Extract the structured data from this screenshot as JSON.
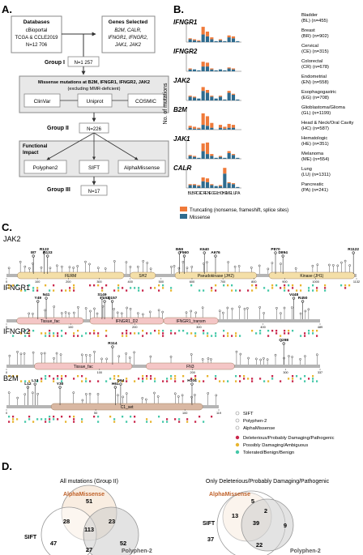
{
  "panels": {
    "a": "A.",
    "b": "B.",
    "c": "C.",
    "d": "D."
  },
  "panelA": {
    "databases_title": "Databases",
    "databases_lines": [
      "cBioportal",
      "TCGA & CCLE2019",
      "N=12 706"
    ],
    "genes_title": "Genes Selected",
    "genes_lines": [
      "B2M, CALR,",
      "IFNGR1, IFNGR2,",
      "JAK1, JAK2"
    ],
    "group1": "Group I",
    "n1": "N=1 257",
    "missense_line1": "Missense mutations at B2M, IFNGR1, IFNGR2, JAK2",
    "missense_line2": "(excluding MMR-deficient)",
    "clinvar": "ClinVar",
    "uniprot": "Uniprot",
    "cosmic": "COSMIC",
    "group2": "Group II",
    "n2": "N=226",
    "functional_title": "Functional",
    "functional_title2": "Impact",
    "polyphen": "Polyphen2",
    "sift": "SIFT",
    "alphamissense": "AlphaMissense",
    "group3": "Group III",
    "n3": "N=17"
  },
  "panelB": {
    "ylabel": "No. of mutations",
    "cancers": [
      {
        "name": "Bladder",
        "abbr_n": "(BL) (n=455)"
      },
      {
        "name": "Breast",
        "abbr_n": "(BR) (n=902)"
      },
      {
        "name": "Cervical",
        "abbr_n": "(CE) (n=315)"
      },
      {
        "name": "Colorectal",
        "abbr_n": "(CR) (n=678)"
      },
      {
        "name": "Endometrial",
        "abbr_n": "(EN) (n=558)"
      },
      {
        "name": "Esophagogastric",
        "abbr_n": "(EG) (n=708)"
      },
      {
        "name": "Glioblastoma/Glioma",
        "abbr_n": "(GL) (n=1199)"
      },
      {
        "name": "Head & Neck/Oral Cavity",
        "abbr_n": "(HC) (n=587)"
      },
      {
        "name": "Hematologic",
        "abbr_n": "(HE) (n=351)"
      },
      {
        "name": "Melanoma",
        "abbr_n": "(ME) (n=554)"
      },
      {
        "name": "Lung",
        "abbr_n": "(LU) (n=1311)"
      },
      {
        "name": "Pancreatic",
        "abbr_n": "(PA) (n=241)"
      }
    ],
    "legend_truncating": "Truncating (nonsense, frameshift, splice sites)",
    "legend_missense": "Missense",
    "color_truncating": "#ef7a3a",
    "color_missense": "#2e6b8e"
  },
  "chart_data": {
    "type": "bar",
    "stacked": true,
    "categories": [
      "BL",
      "BR",
      "CE",
      "CR",
      "EN",
      "EG",
      "GL",
      "HO",
      "HE",
      "ME",
      "LU",
      "PA"
    ],
    "genes": [
      {
        "gene": "IFNGR1",
        "missense": [
          3,
          2,
          1,
          8,
          6,
          3,
          1,
          2,
          1,
          5,
          4,
          1
        ],
        "truncating": [
          1,
          1,
          1,
          8,
          5,
          2,
          0,
          1,
          0,
          2,
          2,
          0
        ]
      },
      {
        "gene": "IFNGR2",
        "missense": [
          2,
          2,
          1,
          5,
          5,
          2,
          1,
          2,
          1,
          3,
          2,
          0
        ],
        "truncating": [
          1,
          0,
          0,
          5,
          4,
          1,
          0,
          0,
          0,
          1,
          1,
          0
        ]
      },
      {
        "gene": "JAK2",
        "missense": [
          4,
          3,
          2,
          10,
          8,
          4,
          2,
          4,
          1,
          8,
          6,
          1
        ],
        "truncating": [
          1,
          1,
          0,
          4,
          3,
          1,
          0,
          1,
          0,
          2,
          1,
          0
        ]
      },
      {
        "gene": "B2M",
        "missense": [
          2,
          1,
          1,
          5,
          4,
          2,
          0,
          2,
          1,
          2,
          2,
          0
        ],
        "truncating": [
          2,
          2,
          1,
          12,
          10,
          5,
          0,
          3,
          2,
          4,
          3,
          0
        ]
      },
      {
        "gene": "JAK1",
        "missense": [
          3,
          2,
          1,
          8,
          5,
          3,
          1,
          2,
          1,
          6,
          4,
          1
        ],
        "truncating": [
          1,
          1,
          0,
          8,
          12,
          2,
          0,
          1,
          0,
          2,
          1,
          0
        ]
      },
      {
        "gene": "CALR",
        "missense": [
          3,
          3,
          2,
          7,
          6,
          3,
          2,
          2,
          15,
          5,
          4,
          1
        ],
        "truncating": [
          1,
          1,
          1,
          4,
          4,
          1,
          0,
          1,
          6,
          1,
          1,
          0
        ]
      }
    ]
  },
  "panelC": {
    "tracks": [
      {
        "gene": "JAK2",
        "length": 1132,
        "ticks": [
          "0",
          "100",
          "200",
          "300",
          "400",
          "500",
          "600",
          "700",
          "800",
          "900",
          "1000",
          "1132"
        ],
        "domains": [
          {
            "name": "FERM",
            "start": 35,
            "end": 380
          },
          {
            "name": "SH2",
            "start": 400,
            "end": 482
          },
          {
            "name": "Pseudokinase (JH2)",
            "start": 545,
            "end": 809
          },
          {
            "name": "Kinase (JH1)",
            "start": 849,
            "end": 1126
          }
        ],
        "labels": [
          {
            "text": "I87",
            "pos": 87
          },
          {
            "text": "R122",
            "pos": 122
          },
          {
            "text": "R133",
            "pos": 133
          },
          {
            "text": "I559",
            "pos": 559
          },
          {
            "text": "F560",
            "pos": 575
          },
          {
            "text": "K640",
            "pos": 640
          },
          {
            "text": "A676",
            "pos": 676
          },
          {
            "text": "P870",
            "pos": 870
          },
          {
            "text": "D894",
            "pos": 894
          },
          {
            "text": "R1122",
            "pos": 1122
          }
        ]
      },
      {
        "gene": "IFNGR1",
        "length": 489,
        "ticks": [
          "0",
          "100",
          "200",
          "300",
          "400",
          "489"
        ],
        "domains": [
          {
            "name": "Tissue_fac",
            "start": 16,
            "end": 120
          },
          {
            "name": "IFNGR1_D2",
            "start": 130,
            "end": 245
          },
          {
            "name": "IFNGR1_transm",
            "start": 245,
            "end": 330
          }
        ],
        "labels": [
          {
            "text": "Y49",
            "pos": 49
          },
          {
            "text": "N41",
            "pos": 62
          },
          {
            "text": "N153",
            "pos": 153
          },
          {
            "text": "S149",
            "pos": 149
          },
          {
            "text": "Q157",
            "pos": 165
          },
          {
            "text": "V448",
            "pos": 448
          },
          {
            "text": "R450",
            "pos": 462
          }
        ]
      },
      {
        "gene": "IFNGR2",
        "length": 337,
        "ticks": [
          "0",
          "100",
          "200",
          "300",
          "337"
        ],
        "domains": [
          {
            "name": "Tissue_fac",
            "start": 30,
            "end": 135
          },
          {
            "name": "FN3",
            "start": 150,
            "end": 245
          }
        ],
        "labels": [
          {
            "text": "R114",
            "pos": 114
          },
          {
            "text": "Q298",
            "pos": 298
          }
        ]
      },
      {
        "gene": "B2M",
        "length": 119,
        "ticks": [
          "0",
          "50",
          "100",
          "119"
        ],
        "domains": [
          {
            "name": "C1_set",
            "start": 25,
            "end": 110
          }
        ],
        "labels": [
          {
            "text": "L12",
            "pos": 12
          },
          {
            "text": "L13",
            "pos": 16
          },
          {
            "text": "Y30",
            "pos": 30
          },
          {
            "text": "D64",
            "pos": 64
          },
          {
            "text": "H61",
            "pos": 61
          },
          {
            "text": "H104",
            "pos": 104
          }
        ]
      }
    ],
    "legend": {
      "sift": "SIFT",
      "polyphen": "Polyphen-2",
      "alphamissense": "AlphaMissense",
      "deleterious": "Deleterious/Probably Damaging/Pathogenic",
      "possibly": "Possibly Damaging/Ambiguous",
      "tolerated": "Tolerated/Benign/Benign",
      "color_deleterious": "#c9264b",
      "color_possibly": "#e8b52e",
      "color_tolerated": "#44c8a8"
    }
  },
  "panelD": {
    "left": {
      "title": "All mutations (Group II)",
      "alphamissense": "AlphaMissense",
      "sift": "SIFT",
      "polyphen": "Polyphen-2",
      "a_only": "51",
      "a_s": "28",
      "a_p": "23",
      "all": "113",
      "s_only": "47",
      "s_p": "27",
      "p_only": "52"
    },
    "right": {
      "title": "Only Deleterious/Probably Damaging/Pathogenic",
      "alphamissense": "AlphaMissense",
      "sift": "SIFT",
      "polyphen": "Polyphen-2",
      "a_only": "5",
      "a_s": "13",
      "a_p": "2",
      "all": "39",
      "s_only": "37",
      "s_p": "22",
      "p_only": "9"
    },
    "color_alpha": "#c0622a"
  }
}
